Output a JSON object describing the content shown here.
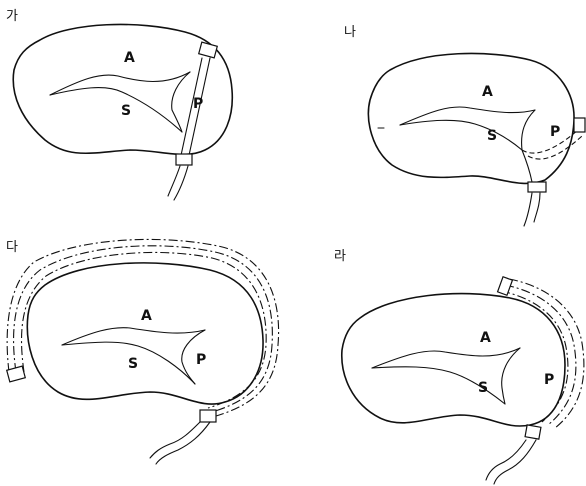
{
  "panels": [
    {
      "label": "가",
      "chamber_labels": {
        "a": "A",
        "s": "S",
        "p": "P"
      }
    },
    {
      "label": "나",
      "chamber_labels": {
        "a": "A",
        "s": "S",
        "p": "P"
      }
    },
    {
      "label": "다",
      "chamber_labels": {
        "a": "A",
        "s": "S",
        "p": "P"
      }
    },
    {
      "label": "라",
      "chamber_labels": {
        "a": "A",
        "s": "S",
        "p": "P"
      }
    }
  ]
}
